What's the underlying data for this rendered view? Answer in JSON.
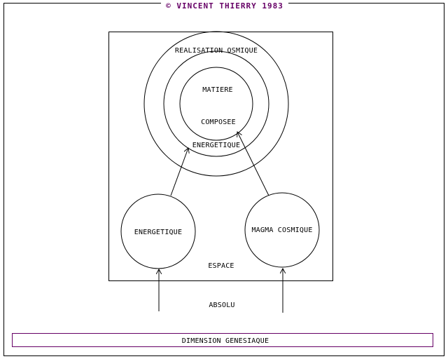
{
  "credit": "© VINCENT THIERRY 1983",
  "colors": {
    "accent": "#660066",
    "line": "#000000",
    "background": "#ffffff"
  },
  "labels": {
    "realisation": "REALISATION OSMIQUE",
    "matiere": "MATIERE",
    "composee": "COMPOSEE",
    "energetique_inner": "ENERGETIQUE",
    "energetique_left": "ENERGETIQUE",
    "magma": "MAGMA COSMIQUE",
    "espace": "ESPACE",
    "absolu": "ABSOLU",
    "dimension": "DIMENSION GENESIAQUE"
  }
}
